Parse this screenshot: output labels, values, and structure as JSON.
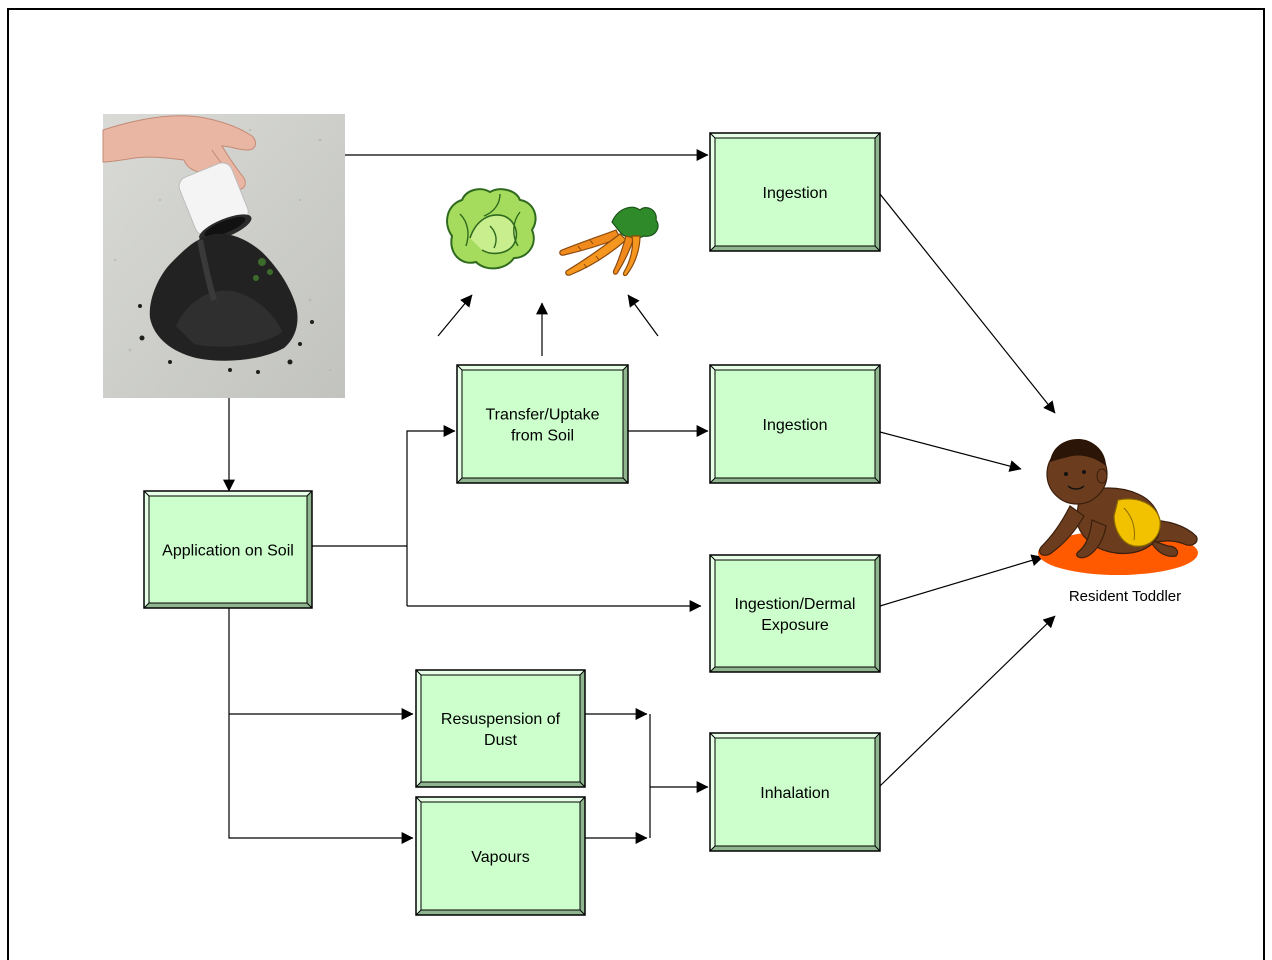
{
  "boxes": {
    "ingestion_top": [
      "Ingestion"
    ],
    "transfer": [
      "Transfer/Uptake",
      "from Soil"
    ],
    "ingestion_mid": [
      "Ingestion"
    ],
    "application": [
      "Application on Soil"
    ],
    "ingestion_dermal": [
      "Ingestion/Dermal",
      "Exposure"
    ],
    "resuspension": [
      "Resuspension of",
      "Dust"
    ],
    "vapours": [
      "Vapours"
    ],
    "inhalation": [
      "Inhalation"
    ]
  },
  "receptor": {
    "label": "Resident Toddler"
  },
  "colors": {
    "box_fill": "#ccffcc",
    "box_shadow": "#2a2a2a",
    "line": "#000000",
    "diaper": "#f2c200",
    "mat": "#ff5a00",
    "skin": "#6b3d1e"
  }
}
